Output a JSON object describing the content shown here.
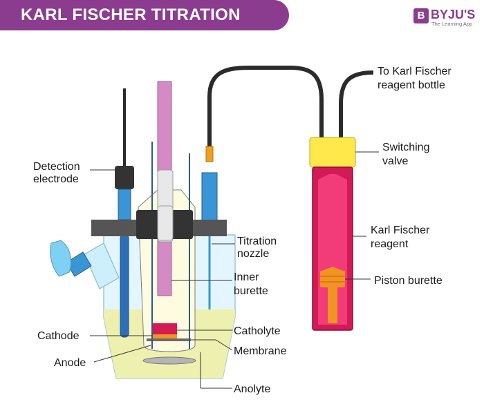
{
  "title": "KARL FISCHER TITRATION",
  "logo": {
    "mark": "B",
    "name": "BYJU'S",
    "tagline": "The Learning App"
  },
  "labels": {
    "to_reagent_1": "To Karl Fischer",
    "to_reagent_2": "reagent bottle",
    "switching_1": "Switching",
    "switching_2": "valve",
    "kf_reagent_1": "Karl Fischer",
    "kf_reagent_2": "reagent",
    "piston": "Piston burette",
    "detection_1": "Detection",
    "detection_2": "electrode",
    "titration_1": "Titration",
    "titration_2": "nozzle",
    "inner_1": "Inner",
    "inner_2": "burette",
    "catholyte": "Catholyte",
    "cathode": "Cathode",
    "membrane": "Membrane",
    "anode": "Anode",
    "anolyte": "Anolyte"
  },
  "colors": {
    "brand": "#8b3c8f",
    "reagent": "#e8175d",
    "valve": "#ffe94a",
    "piston": "#f29423",
    "electrolyte": "#eef0a6",
    "glass": "#cdeffb",
    "electrode": "#3a95d6",
    "lid": "#444444"
  }
}
